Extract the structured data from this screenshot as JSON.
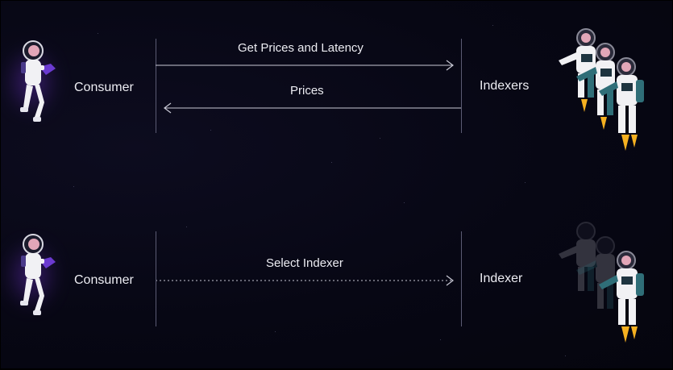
{
  "scene_1": {
    "consumer_label": "Consumer",
    "indexers_label": "Indexers",
    "request_label": "Get Prices and Latency",
    "response_label": "Prices"
  },
  "scene_2": {
    "consumer_label": "Consumer",
    "indexer_label": "Indexer",
    "select_label": "Select Indexer"
  },
  "colors": {
    "background": "#070714",
    "line": "#c8c8d4",
    "astronaut_suit": "#f1f1f4",
    "accent_purple": "#6b3ad0",
    "helmet_pink": "#e2a6b8",
    "indexer_teal": "#2f6e78",
    "flame": "#f5b020"
  },
  "icons": [
    "consumer-astronaut-icon",
    "indexer-astronaut-icon",
    "arrow-right-icon",
    "arrow-left-icon"
  ]
}
